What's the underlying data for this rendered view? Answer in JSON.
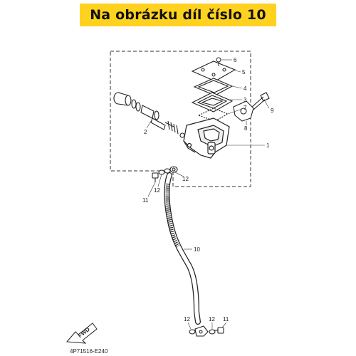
{
  "banner": {
    "text": "Na obrázku díl číslo 10",
    "background_color": "#ffd21f"
  },
  "diagram": {
    "callouts": [
      {
        "id": "c6",
        "label": "6"
      },
      {
        "id": "c5",
        "label": "5"
      },
      {
        "id": "c4",
        "label": "4"
      },
      {
        "id": "c3",
        "label": "3"
      },
      {
        "id": "c7",
        "label": "7"
      },
      {
        "id": "c9",
        "label": "9"
      },
      {
        "id": "c8",
        "label": "8"
      },
      {
        "id": "c2",
        "label": "2"
      },
      {
        "id": "c1",
        "label": "1"
      },
      {
        "id": "c12a",
        "label": "12"
      },
      {
        "id": "c12b",
        "label": "12"
      },
      {
        "id": "c11a",
        "label": "11"
      },
      {
        "id": "c10",
        "label": "10"
      },
      {
        "id": "c12c",
        "label": "12"
      },
      {
        "id": "c12d",
        "label": "12"
      },
      {
        "id": "c11b",
        "label": "11"
      }
    ],
    "fwd_label": "FWD",
    "part_code": "4P71516-E240"
  }
}
